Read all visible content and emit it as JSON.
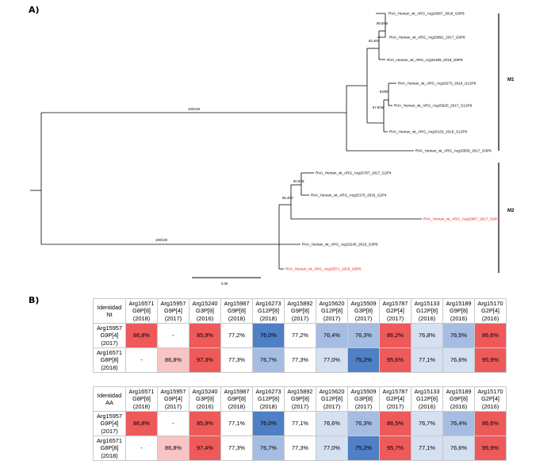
{
  "panel_a_label": "A)",
  "panel_b_label": "B)",
  "tree": {
    "tips": [
      {
        "id": "t1",
        "label": "RVA_Human_wt_ARG_Arg15987_2018_G9P8",
        "highlight": false
      },
      {
        "id": "t2",
        "label": "RVA_Human_wt_ARG_Arg15892_2017_G9P8",
        "highlight": false
      },
      {
        "id": "t3",
        "label": "RVA_Human_wt_ARG_Arg15189_2016_G9P8",
        "highlight": false
      },
      {
        "id": "t4",
        "label": "RVA_Human_wt_ARG_Arg16273_2018_G12P8",
        "highlight": false
      },
      {
        "id": "t5",
        "label": "RVA_Human_wt_ARG_Arg15620_2017_G12P8",
        "highlight": false
      },
      {
        "id": "t6",
        "label": "RVA_Human_wt_ARG_Arg15133_2016_G12P8",
        "highlight": false
      },
      {
        "id": "t7",
        "label": "RVA_Human_wt_ARG_Arg15509_2017_G3P8",
        "highlight": false
      },
      {
        "id": "t8",
        "label": "RVA_Human_wt_ARG_Arg15787_2017_G2P4",
        "highlight": false
      },
      {
        "id": "t9",
        "label": "RVA_Human_wt_ARG_Arg15170_2016_G2P4",
        "highlight": false
      },
      {
        "id": "t10",
        "label": "RVA_Human_wt_ARG_Arg15957_2017_G9P4",
        "highlight": true
      },
      {
        "id": "t11",
        "label": "RVA_Human_wt_ARG_Arg15240_2016_G3P8",
        "highlight": false
      },
      {
        "id": "t12",
        "label": "RVA_Human_wt_ARG_Arg16571_2018_G8P8",
        "highlight": true
      }
    ],
    "supports": [
      "99.5/96",
      "92.4/91",
      "84/80",
      "97.8/46",
      "100/100",
      "90.5/91",
      "95.4/97",
      "100/100"
    ],
    "clades": [
      "M1",
      "M2"
    ],
    "scale_label": "0.09"
  },
  "colors": {
    "highlight_text": "#e8141a",
    "red_strong": "#ee5a5a",
    "red_mid": "#f48c8c",
    "red_light": "#f8c4c4",
    "blue_strong": "#4f7fc4",
    "blue_mid": "#a5bde3",
    "blue_light": "#d5e0f1",
    "neutral": "#ffffff"
  },
  "tables": [
    {
      "corner": [
        "Identidad",
        "Nt"
      ],
      "columns": [
        [
          "Arg16571",
          "G8P[8]",
          "(2018)"
        ],
        [
          "Arg15957",
          "G9P[4]",
          "(2017)"
        ],
        [
          "Arg15240",
          "G3P[8]",
          "(2016)"
        ],
        [
          "Arg15987",
          "G9P[8]",
          "(2018)"
        ],
        [
          "Arg16273",
          "G12P[8]",
          "(2018)"
        ],
        [
          "Arg15892",
          "G9P[8]",
          "(2017)"
        ],
        [
          "Arg15620",
          "G12P[8]",
          "(2017)"
        ],
        [
          "Arg15509",
          "G3P[8]",
          "(2017)"
        ],
        [
          "Arg15787",
          "G2P[4]",
          "(2017)"
        ],
        [
          "Arg15133",
          "G12P[8]",
          "(2016)"
        ],
        [
          "Arg15189",
          "G9P[8]",
          "(2016)"
        ],
        [
          "Arg15170",
          "G2P[4]",
          "(2016)"
        ]
      ],
      "rows": [
        {
          "header": [
            "Arg15957",
            "G9P[4]",
            "(2017)"
          ],
          "values": [
            "86,8%",
            "-",
            "85,9%",
            "77,2%",
            "76,0%",
            "77,2%",
            "76,4%",
            "76,3%",
            "86,2%",
            "76,8%",
            "76,5%",
            "86,6%"
          ],
          "shade": [
            "red_strong",
            "neutral",
            "red_strong",
            "neutral",
            "blue_strong",
            "neutral",
            "blue_mid",
            "blue_mid",
            "red_strong",
            "blue_light",
            "blue_mid",
            "red_strong"
          ]
        },
        {
          "header": [
            "Arg16571",
            "G8P[8]",
            "(2018)"
          ],
          "values": [
            "-",
            "86,8%",
            "97,3%",
            "77,3%",
            "76,7%",
            "77,3%",
            "77,0%",
            "75,2%",
            "95,6%",
            "77,1%",
            "76,6%",
            "95,9%"
          ],
          "shade": [
            "neutral",
            "red_light",
            "red_strong",
            "neutral",
            "blue_mid",
            "neutral",
            "blue_light",
            "blue_strong",
            "red_strong",
            "blue_light",
            "blue_light",
            "red_strong"
          ]
        }
      ]
    },
    {
      "corner": [
        "Identidad",
        "AA"
      ],
      "columns": [
        [
          "Arg16571",
          "G8P[8]",
          "(2018)"
        ],
        [
          "Arg15957",
          "G9P[4]",
          "(2017)"
        ],
        [
          "Arg15240",
          "G3P[8]",
          "(2016)"
        ],
        [
          "Arg15987",
          "G9P[8]",
          "(2018)"
        ],
        [
          "Arg16273",
          "G12P[8]",
          "(2018)"
        ],
        [
          "Arg15892",
          "G9P[8]",
          "(2017)"
        ],
        [
          "Arg15620",
          "G12P[8]",
          "(2017)"
        ],
        [
          "Arg15509",
          "G3P[8]",
          "(2017)"
        ],
        [
          "Arg15787",
          "G2P[4]",
          "(2017)"
        ],
        [
          "Arg15133",
          "G12P[8]",
          "(2016)"
        ],
        [
          "Arg15189",
          "G9P[8]",
          "(2016)"
        ],
        [
          "Arg15170",
          "G2P[4]",
          "(2016)"
        ]
      ],
      "rows": [
        {
          "header": [
            "Arg15957",
            "G9P[4]",
            "(2017)"
          ],
          "values": [
            "86,8%",
            "-",
            "85,9%",
            "77,1%",
            "76,0%",
            "77,1%",
            "76,6%",
            "76,3%",
            "86,5%",
            "76,7%",
            "76,4%",
            "86,6%"
          ],
          "shade": [
            "red_strong",
            "neutral",
            "red_strong",
            "neutral",
            "blue_strong",
            "neutral",
            "blue_light",
            "blue_mid",
            "red_strong",
            "blue_light",
            "blue_mid",
            "red_strong"
          ]
        },
        {
          "header": [
            "Arg16571",
            "G8P[8]",
            "(2018)"
          ],
          "values": [
            "-",
            "86,8%",
            "97,4%",
            "77,3%",
            "76,7%",
            "77,3%",
            "77,0%",
            "75,2%",
            "95,7%",
            "77,1%",
            "76,6%",
            "95,9%"
          ],
          "shade": [
            "neutral",
            "red_light",
            "red_strong",
            "neutral",
            "blue_mid",
            "neutral",
            "blue_light",
            "blue_strong",
            "red_strong",
            "blue_light",
            "blue_light",
            "red_strong"
          ]
        }
      ]
    }
  ]
}
